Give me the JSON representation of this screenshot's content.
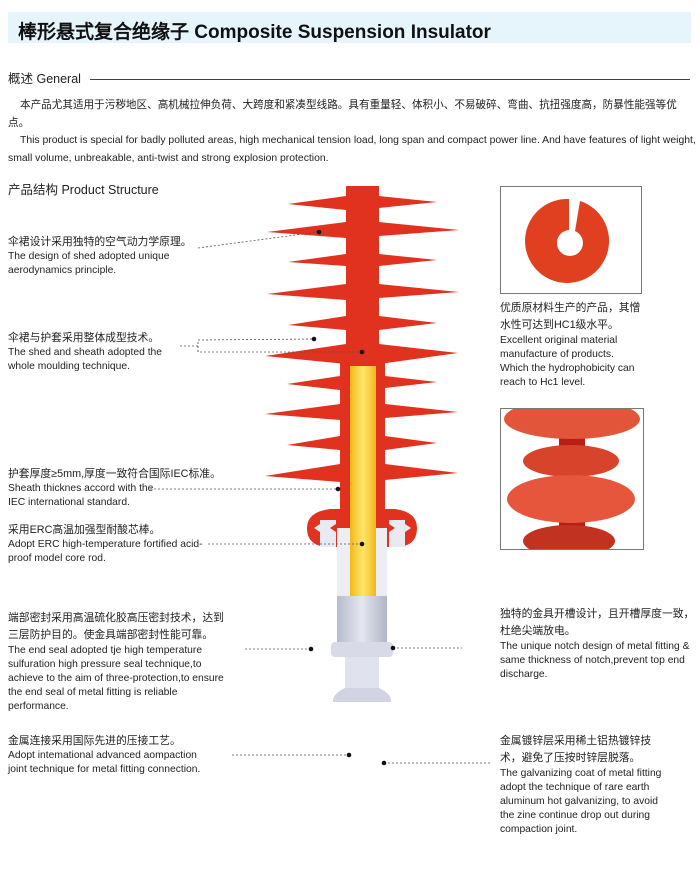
{
  "header": {
    "title": "棒形悬式复合绝缘子 Composite Suspension Insulator"
  },
  "general": {
    "heading": "概述 General",
    "text_cn": "本产品尤其适用于污秽地区、高机械拉伸负荷、大跨度和紧凑型线路。具有重量轻、体积小、不易破碎、弯曲、抗扭强度高，防暴性能强等优点。",
    "text_en": "This product is special for badly polluted areas, high mechanical tension load, long span and compact power line. And have features of light weight, small volume, unbreakable, anti-twist and strong explosion protection."
  },
  "structure": {
    "heading": "产品结构 Product Structure",
    "left_labels": [
      {
        "cn": "伞裙设计采用独特的空气动力学原理。",
        "en": "The design of shed adopted unique aerodynamics principle."
      },
      {
        "cn": "伞裙与护套采用整体成型技术。",
        "en": "The shed and sheath adopted the whole moulding technique."
      },
      {
        "cn": "护套厚度≥5mm,厚度一致符合国际IEC标准。",
        "en": "Sheath thicknes accord with the IEC international standard."
      },
      {
        "cn": "采用ERC高温加强型耐酸芯棒。",
        "en": "Adopt ERC high-temperature fortified acid-proof model core rod."
      },
      {
        "cn": "端部密封采用高温硫化胶高压密封技术，达到三层防护目的。使金具端部密封性能可靠。",
        "en": "The end seal adopted tje high temperature sulfuration high pressure seal technique,to achieve to the aim of three-protection,to ensure the end seal of metal fitting is reliable performance."
      },
      {
        "cn": "金属连接采用国际先进的压接工艺。",
        "en": "Adopt intemational advanced aompaction joint technique for metal fitting connection."
      }
    ],
    "right_labels": [
      {
        "cn": "优质原材料生产的产品，其憎水性可达到HC1级水平。",
        "en": "Excellent original material manufacture of products. Which the hydrophobicity can reach to Hc1 level."
      },
      {
        "cn": "独特的金具开槽设计，且开槽厚度一致，杜绝尖端放电。",
        "en": "The unique notch design of metal fitting & same thickness of notch,prevent top end discharge."
      },
      {
        "cn": "金属镀锌层采用稀土铝热镀锌技术，避免了压按时锌层脱落。",
        "en": "The galvanizing coat of metal fitting adopt the technique of rare earth aluminum hot galvanizing, to avoid the zine continue drop out during compaction joint."
      }
    ]
  },
  "colors": {
    "shed": "#e0321e",
    "core": "#f5c31e",
    "title_bg": "#e6f4fc"
  }
}
